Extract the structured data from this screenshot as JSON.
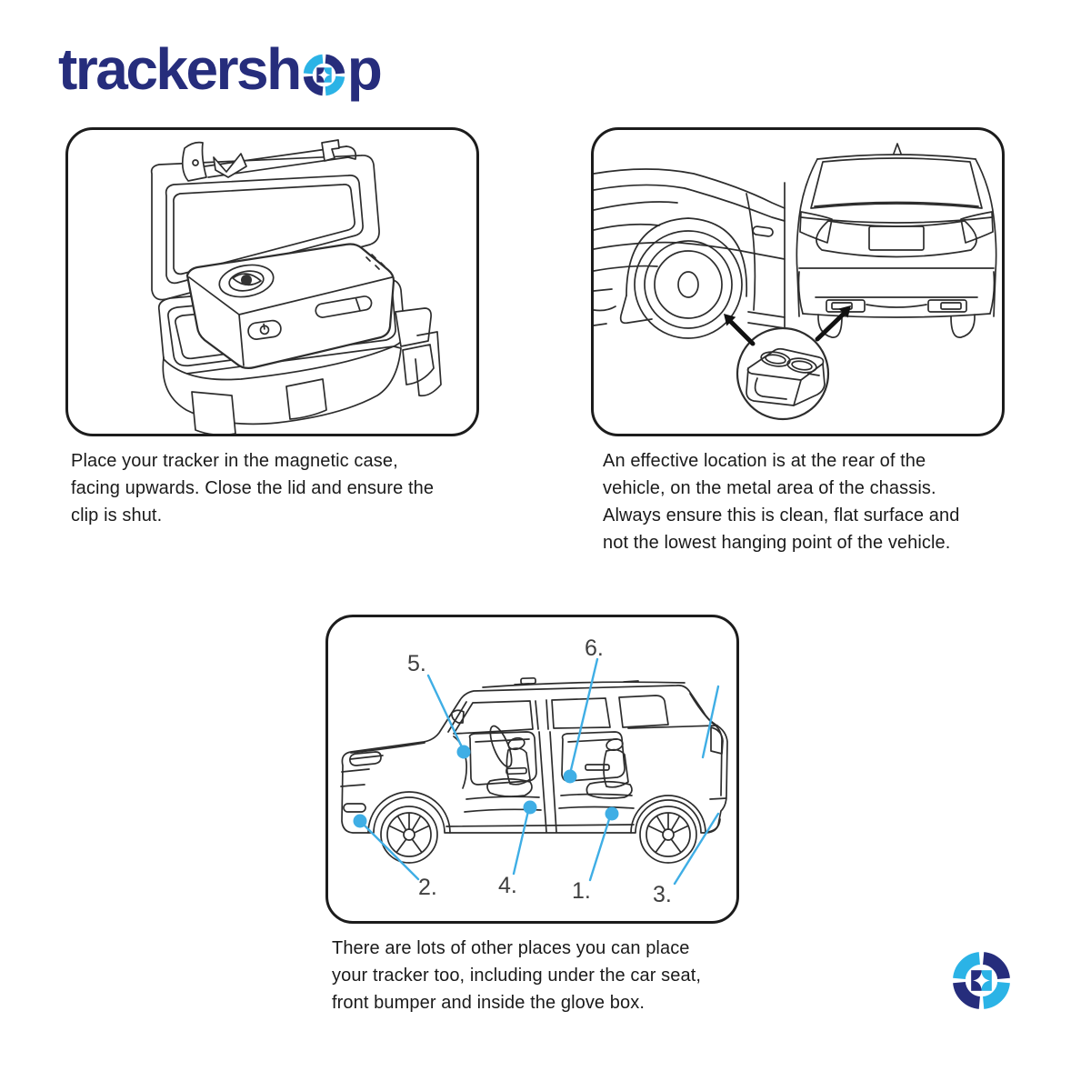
{
  "brand": {
    "name": "trackershop",
    "wordmark_prefix": "trackersh",
    "wordmark_suffix": "p",
    "navy": "#262d7c",
    "cyan": "#2bb3e6"
  },
  "accent_blue": "#3FAEE5",
  "steps": {
    "magnetic_case": {
      "caption": "Place your tracker in the magnetic case,\nfacing upwards. Close the lid and ensure the\nclip is shut."
    },
    "rear_location": {
      "caption": "An effective location is at the rear of the\nvehicle, on the metal area of the chassis.\nAlways ensure this is clean, flat surface and\nnot the lowest hanging point of the vehicle."
    },
    "other_places": {
      "caption": "There are lots of other places you can place\nyour tracker too, including under the car seat,\nfront bumper and inside the glove box.",
      "callouts": [
        {
          "label": "1."
        },
        {
          "label": "2."
        },
        {
          "label": "3."
        },
        {
          "label": "4."
        },
        {
          "label": "5."
        },
        {
          "label": "6."
        }
      ]
    }
  }
}
